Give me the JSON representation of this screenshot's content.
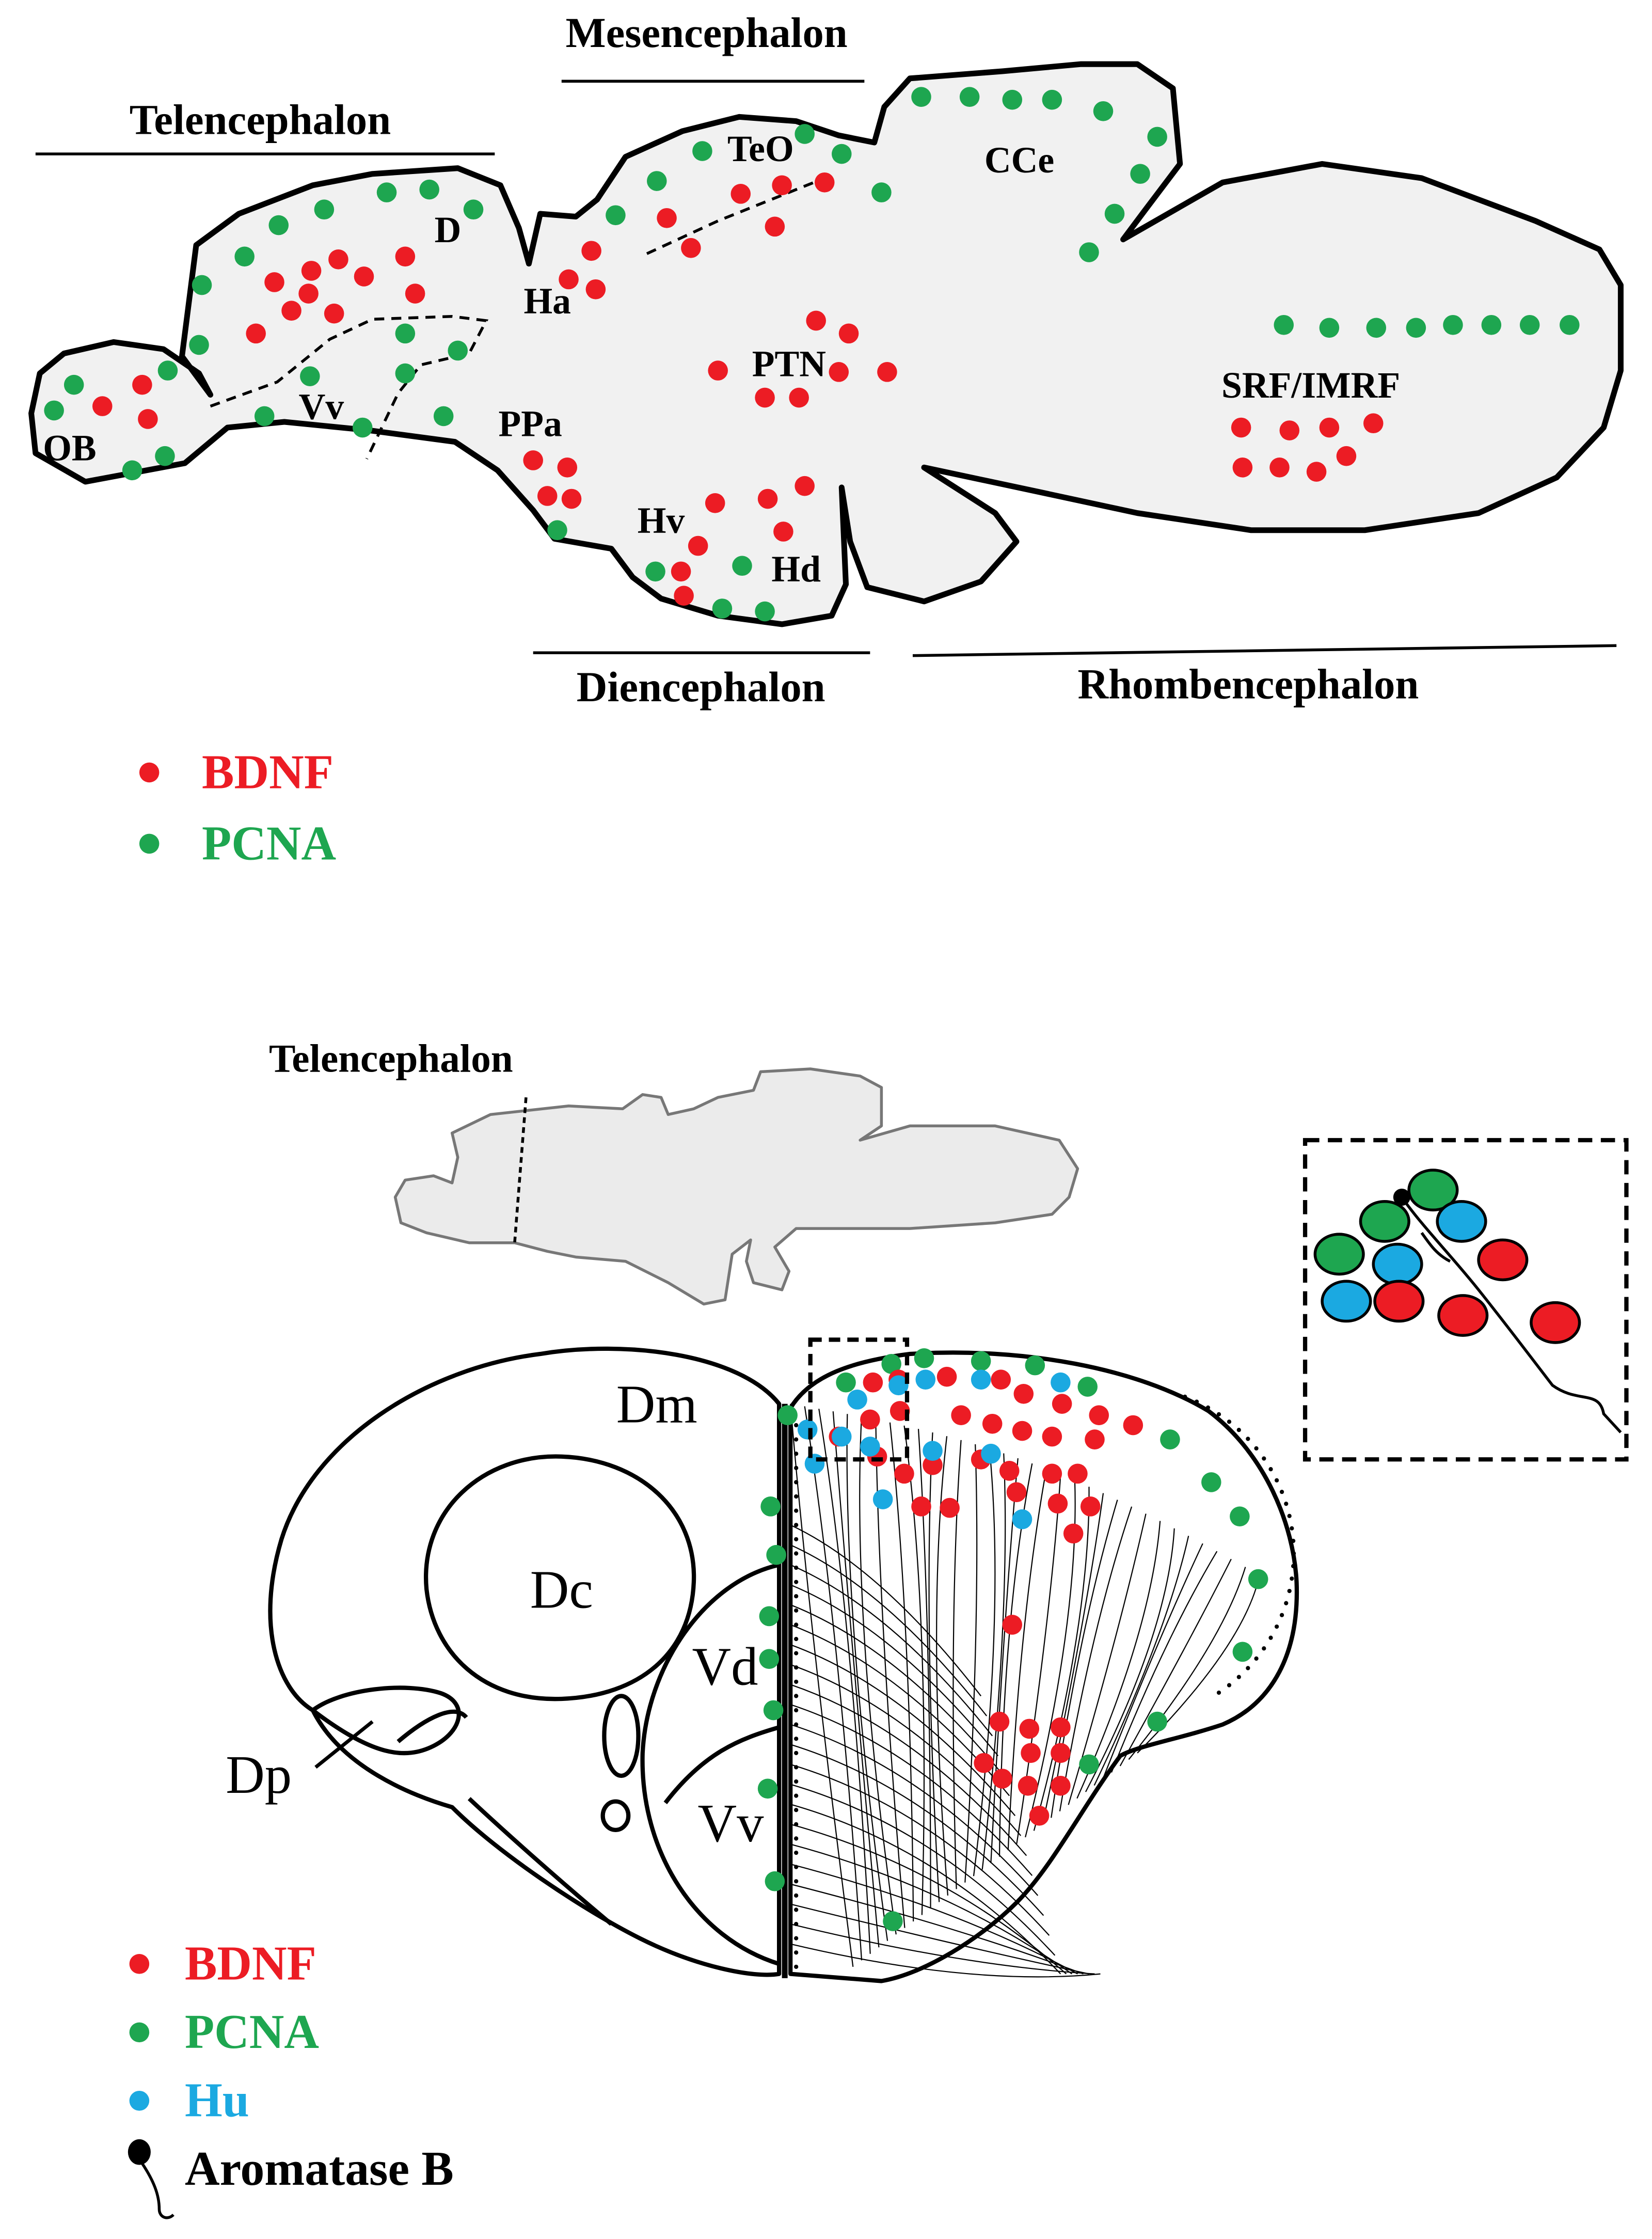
{
  "colors": {
    "bdnf": "#ec1c24",
    "pcna": "#1ea650",
    "hu": "#1ba9e1",
    "aromatase": "#000000",
    "brain_fill": "#f1f1f1",
    "outline": "#000000"
  },
  "panel_a": {
    "divisions": {
      "telencephalon": "Telencephalon",
      "mesencephalon": "Mesencephalon",
      "diencephalon": "Diencephalon",
      "rhombencephalon": "Rhombencephalon"
    },
    "regions": {
      "ob": "OB",
      "d": "D",
      "vv": "Vv",
      "ha": "Ha",
      "teo": "TeO",
      "cce": "CCe",
      "ptn": "PTN",
      "ppa": "PPa",
      "hv": "Hv",
      "hd": "Hd",
      "srf": "SRF/IMRF"
    },
    "legend": {
      "bdnf": "BDNF",
      "pcna": "PCNA"
    }
  },
  "panel_b": {
    "inset_label": "Telencephalon",
    "regions": {
      "dm": "Dm",
      "dc": "Dc",
      "vd": "Vd",
      "dp": "Dp",
      "vv": "Vv"
    },
    "legend": {
      "bdnf": "BDNF",
      "pcna": "PCNA",
      "hu": "Hu",
      "aromatase": "Aromatase B"
    }
  }
}
